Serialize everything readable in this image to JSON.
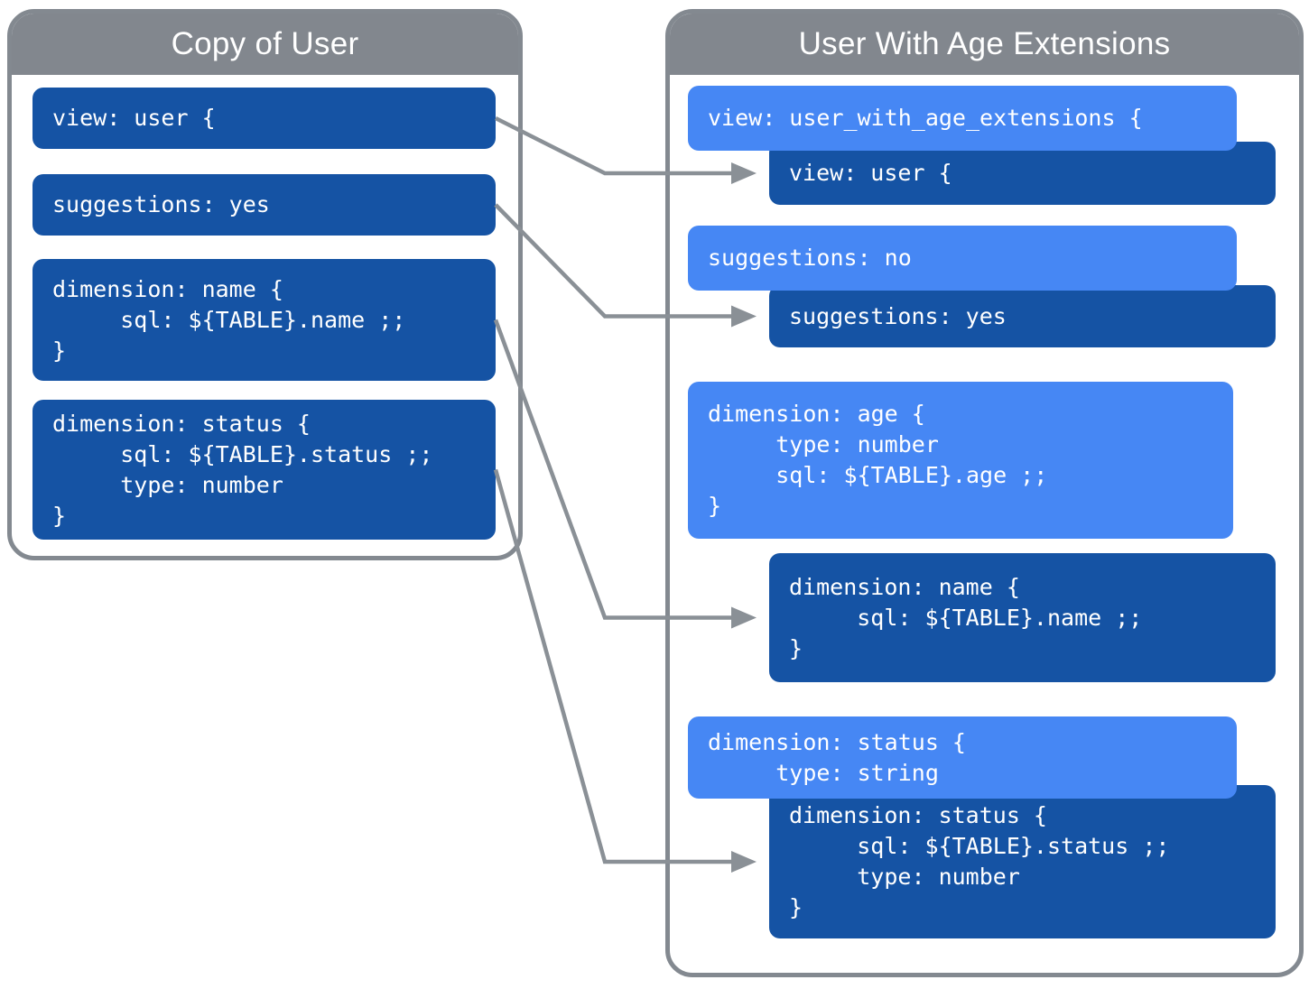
{
  "colors": {
    "canvas_bg": "#ffffff",
    "panel_border": "#838990",
    "header_bg": "#82878e",
    "header_text": "#ffffff",
    "dark_block_bg": "#1553a4",
    "light_block_bg": "#4687f4",
    "code_text": "#ffffff",
    "arrow": "#8a9096"
  },
  "left_panel": {
    "title": "Copy of User",
    "blocks": [
      {
        "id": "left-view",
        "code": "view: user {"
      },
      {
        "id": "left-suggestions",
        "code": "suggestions: yes"
      },
      {
        "id": "left-dim-name",
        "code": "dimension: name {\n     sql: ${TABLE}.name ;;\n}"
      },
      {
        "id": "left-dim-status",
        "code": "dimension: status {\n     sql: ${TABLE}.status ;;\n     type: number\n}"
      }
    ]
  },
  "right_panel": {
    "title": "User With Age Extensions",
    "blocks": [
      {
        "id": "right-view-override",
        "variant": "light",
        "code": "view: user_with_age_extensions {"
      },
      {
        "id": "right-view-original",
        "variant": "dark",
        "code": "view: user {"
      },
      {
        "id": "right-suggestions-override",
        "variant": "light",
        "code": "suggestions: no"
      },
      {
        "id": "right-suggestions-original",
        "variant": "dark",
        "code": "suggestions: yes"
      },
      {
        "id": "right-dim-age",
        "variant": "light",
        "code": "dimension: age {\n     type: number\n     sql: ${TABLE}.age ;;\n}"
      },
      {
        "id": "right-dim-name",
        "variant": "dark",
        "code": "dimension: name {\n     sql: ${TABLE}.name ;;\n}"
      },
      {
        "id": "right-dim-status-override",
        "variant": "light",
        "code": "dimension: status {\n     type: string"
      },
      {
        "id": "right-dim-status-original",
        "variant": "dark",
        "code": "dimension: status {\n     sql: ${TABLE}.status ;;\n     type: number\n}"
      }
    ]
  },
  "connections": [
    {
      "from": "left-view",
      "to": "right-view-original"
    },
    {
      "from": "left-suggestions",
      "to": "right-suggestions-original"
    },
    {
      "from": "left-dim-name",
      "to": "right-dim-name"
    },
    {
      "from": "left-dim-status",
      "to": "right-dim-status-original"
    }
  ]
}
